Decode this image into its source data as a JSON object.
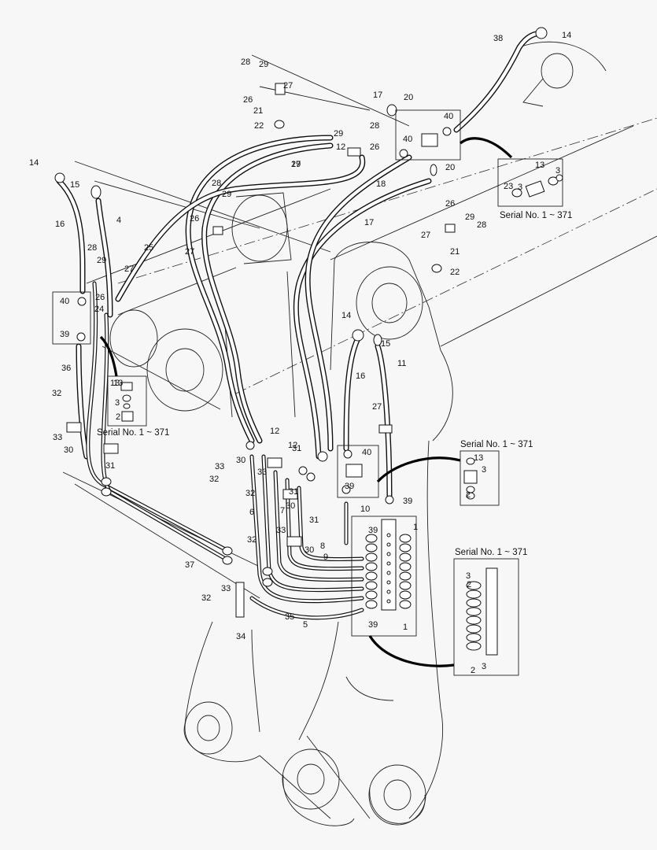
{
  "diagram": {
    "serial_notes": [
      "Serial No. 1 ~ 371",
      "Serial No. 1 ~ 371",
      "Serial No. 1 ~ 371",
      "Serial No. 1 ~ 371"
    ],
    "callouts": [
      "1",
      "1",
      "2",
      "2",
      "2",
      "2",
      "3",
      "3",
      "3",
      "3",
      "3",
      "3",
      "4",
      "5",
      "6",
      "7",
      "8",
      "9",
      "10",
      "11",
      "12",
      "12",
      "12",
      "13",
      "13",
      "13",
      "13",
      "14",
      "14",
      "14",
      "15",
      "15",
      "16",
      "16",
      "17",
      "17",
      "18",
      "19",
      "20",
      "20",
      "21",
      "21",
      "22",
      "22",
      "23",
      "24",
      "25",
      "26",
      "26",
      "26",
      "26",
      "26",
      "27",
      "27",
      "27",
      "27",
      "27",
      "27",
      "28",
      "28",
      "28",
      "28",
      "28",
      "29",
      "29",
      "29",
      "29",
      "29",
      "30",
      "30",
      "30",
      "30",
      "31",
      "31",
      "31",
      "31",
      "32",
      "32",
      "32",
      "32",
      "32",
      "33",
      "33",
      "33",
      "33",
      "33",
      "34",
      "35",
      "36",
      "37",
      "38",
      "39",
      "39",
      "39",
      "39",
      "39",
      "40",
      "40",
      "40",
      "40"
    ]
  }
}
